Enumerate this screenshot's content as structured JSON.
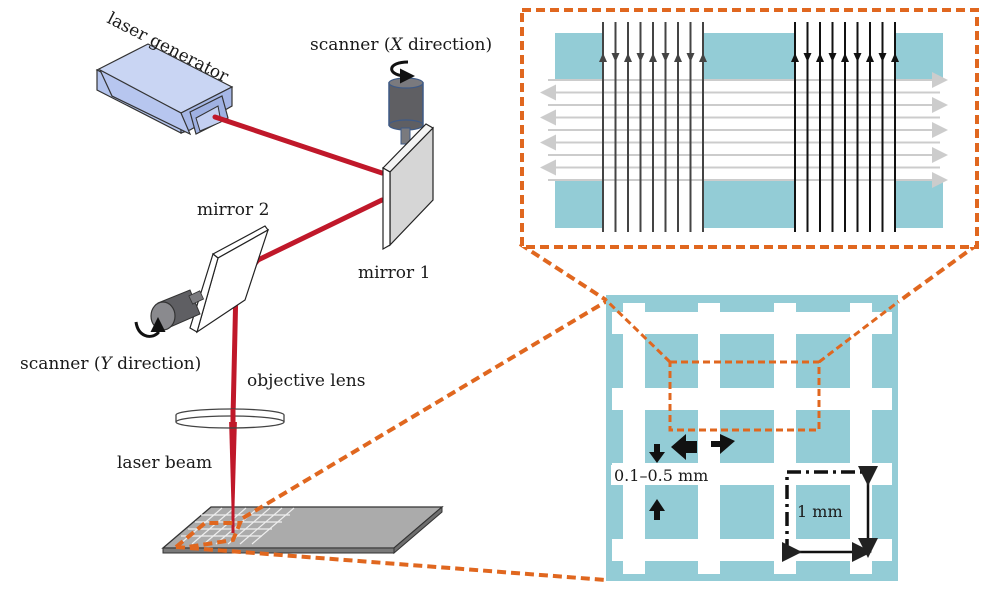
{
  "figure": {
    "type": "femtosecond laser scanning setup schematic",
    "labels": {
      "laser_generator": "laser generator",
      "scanner_x_prefix": "scanner (",
      "scanner_x_axis": "X",
      "scanner_x_suffix": " direction)",
      "mirror_1": "mirror 1",
      "mirror_2": "mirror 2",
      "scanner_y_prefix": "scanner (",
      "scanner_y_axis": "Y",
      "scanner_y_suffix": " direction)",
      "objective_lens": "objective lens",
      "laser_beam": "laser beam"
    },
    "grid_detail": {
      "line_width_label": "0.1–0.5 mm",
      "period_label": "1 mm"
    },
    "scan_detail": {
      "vertical_scan_groups": 2,
      "vertical_lines_per_group": 9,
      "horizontal_scan_lines": 9
    },
    "colors": {
      "laser": "#c0182a",
      "highlight": "#e0671f",
      "substrate_fill": "#93ccd6",
      "device_body": "#b9c8ef",
      "motor": "#5f5f63",
      "mirror": "#d9d9d9",
      "sample": "#ababab"
    }
  }
}
